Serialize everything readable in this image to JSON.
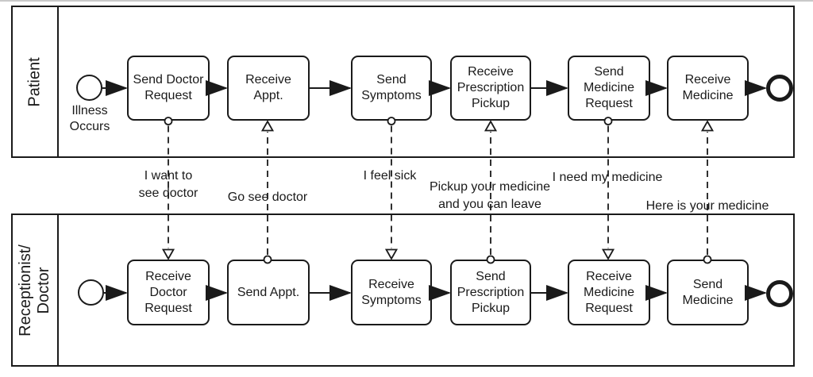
{
  "colors": {
    "ink": "#1a1a1a",
    "background": "#ffffff",
    "bottom_edge_artifact": "#c9c9c9"
  },
  "pools": {
    "patient": {
      "label": "Patient",
      "start_event_label": "Illness\nOccurs",
      "tasks": [
        {
          "label": "Send Doctor\nRequest"
        },
        {
          "label": "Receive\nAppt."
        },
        {
          "label": "Send\nSymptoms"
        },
        {
          "label": "Receive\nPrescription\nPickup"
        },
        {
          "label": "Send\nMedicine\nRequest"
        },
        {
          "label": "Receive\nMedicine"
        }
      ]
    },
    "receptionist_doctor": {
      "label": "Receptionist/\nDoctor",
      "tasks": [
        {
          "label": "Receive\nDoctor\nRequest"
        },
        {
          "label": "Send Appt."
        },
        {
          "label": "Receive\nSymptoms"
        },
        {
          "label": "Send\nPrescription\nPickup"
        },
        {
          "label": "Receive\nMedicine\nRequest"
        },
        {
          "label": "Send\nMedicine"
        }
      ]
    }
  },
  "message_flows": [
    {
      "label": "I want to\nsee doctor",
      "from": "Send Doctor Request",
      "to": "Receive Doctor Request"
    },
    {
      "label": "Go see doctor",
      "from": "Send Appt.",
      "to": "Receive Appt."
    },
    {
      "label": "I feel sick",
      "from": "Send Symptoms",
      "to": "Receive Symptoms"
    },
    {
      "label": "Pickup your medicine\nand you can leave",
      "from": "Send Prescription Pickup",
      "to": "Receive Prescription Pickup"
    },
    {
      "label": "I need my medicine",
      "from": "Send Medicine Request",
      "to": "Receive Medicine Request"
    },
    {
      "label": "Here is your medicine",
      "from": "Send Medicine",
      "to": "Receive Medicine"
    }
  ]
}
